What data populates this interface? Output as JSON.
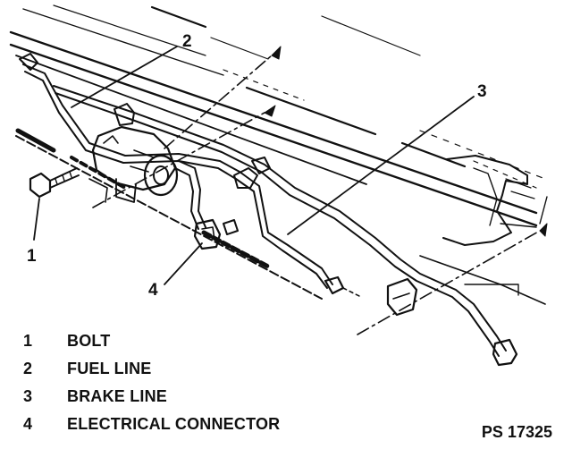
{
  "figure": {
    "reference_code": "PS 17325"
  },
  "callouts": [
    {
      "number": "1"
    },
    {
      "number": "2"
    },
    {
      "number": "3"
    },
    {
      "number": "4"
    }
  ],
  "legend": [
    {
      "number": "1",
      "label": "BOLT"
    },
    {
      "number": "2",
      "label": "FUEL LINE"
    },
    {
      "number": "3",
      "label": "BRAKE LINE"
    },
    {
      "number": "4",
      "label": "ELECTRICAL CONNECTOR"
    }
  ],
  "colors": {
    "ink": "#111111",
    "background": "#ffffff"
  }
}
